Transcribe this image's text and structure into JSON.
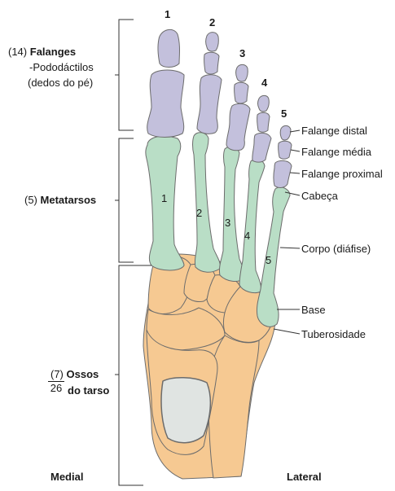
{
  "groups": {
    "phalanges": {
      "count": "(14)",
      "title": "Falanges",
      "line2": "-Pododáctilos",
      "line3": "(dedos do pé)"
    },
    "metatarsals": {
      "count": "(5)",
      "title": "Metatarsos"
    },
    "tarsals": {
      "count": "(7)",
      "title1": "Ossos",
      "total": "26",
      "title2": "do tarso"
    }
  },
  "toe_numbers": [
    "1",
    "2",
    "3",
    "4",
    "5"
  ],
  "metatarsal_numbers": [
    "1",
    "2",
    "3",
    "4",
    "5"
  ],
  "right_labels": {
    "distal": "Falange distal",
    "middle": "Falange média",
    "proximal": "Falange proximal",
    "head": "Cabeça",
    "body": "Corpo (diáfise)",
    "base": "Base",
    "tuberosity": "Tuberosidade"
  },
  "orientation": {
    "medial": "Medial",
    "lateral": "Lateral"
  },
  "colors": {
    "phalanx": "#c3c0dc",
    "metatarsal": "#b9dec6",
    "tarsal": "#f6c992",
    "bone_outline": "#6c6c6c",
    "talus_surface": "#e0e4e2"
  }
}
